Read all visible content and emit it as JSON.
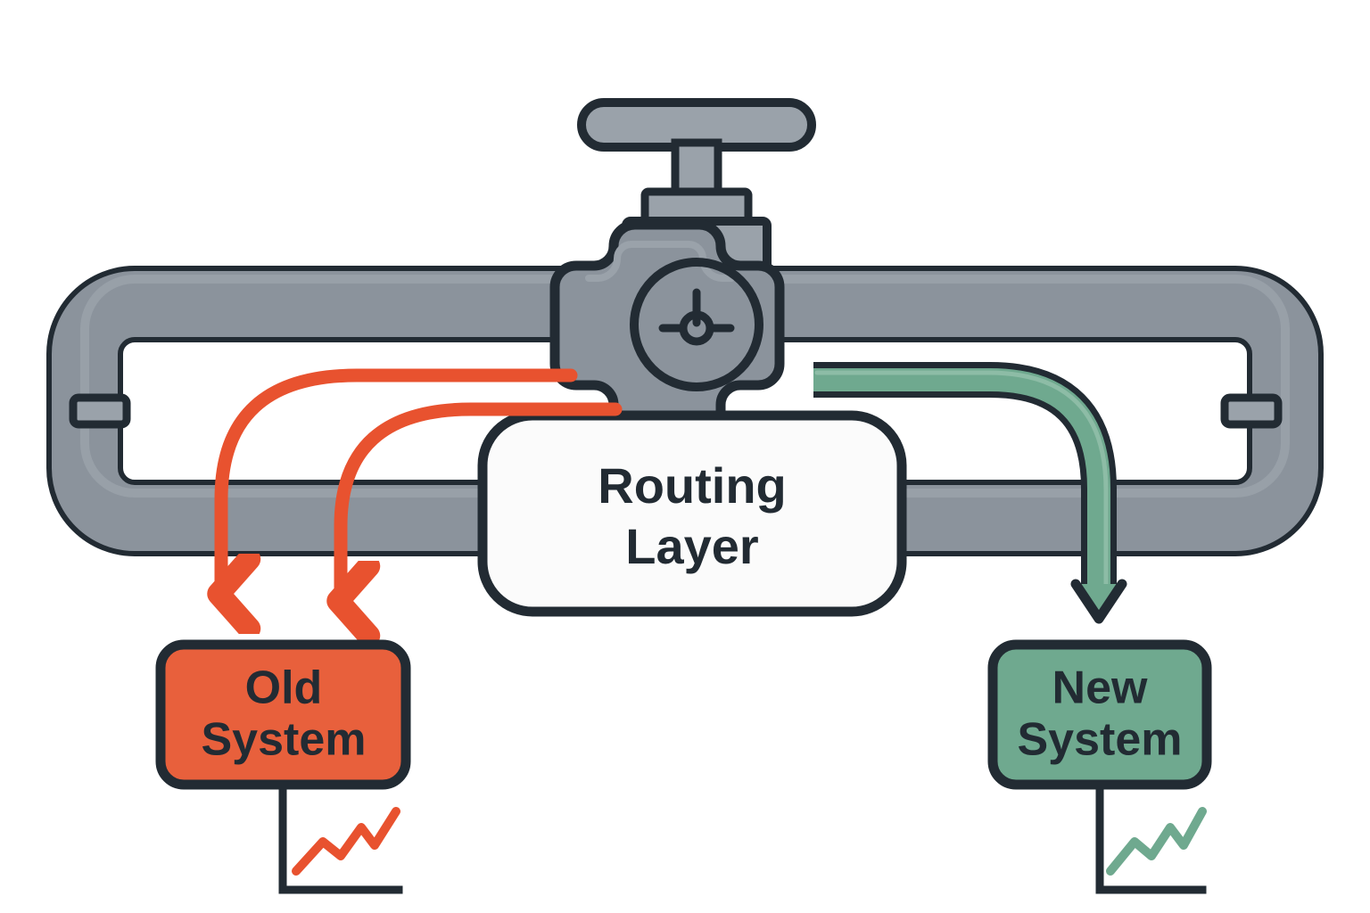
{
  "diagram": {
    "title": "Traffic routing valve diagram",
    "background_color": "#ffffff",
    "outline_color": "#222b33",
    "pipe_fill": "#8b939c",
    "pipe_highlight": "#9aa2aa"
  },
  "valve": {
    "name": "control-valve",
    "handle_label": "",
    "gauge_icon": "valve-position-indicator-icon"
  },
  "routing_layer": {
    "line1": "Routing",
    "line2": "Layer",
    "fill": "#fbfbfb",
    "stroke": "#222b33"
  },
  "old_system": {
    "line1": "Old",
    "line2": "System",
    "fill": "#e8603c",
    "stroke": "#222b33",
    "text_color": "#222b33",
    "sparkline_color": "#e8522f"
  },
  "new_system": {
    "line1": "New",
    "line2": "System",
    "fill": "#6fa98f",
    "stroke": "#222b33",
    "text_color": "#222b33",
    "sparkline_color": "#6fa98f"
  },
  "flows": {
    "old_flow_color": "#e8522f",
    "new_flow_color": "#6fa98f",
    "old_flow_count": 2,
    "new_flow_count": 1
  },
  "chart_data": {
    "type": "line",
    "title": "System traffic sparklines",
    "xlabel": "",
    "ylabel": "",
    "series": [
      {
        "name": "Old System",
        "color": "#e8522f",
        "values": [
          0,
          1.2,
          0.75,
          1.6,
          1.1,
          2.4
        ]
      },
      {
        "name": "New System",
        "color": "#6fa98f",
        "values": [
          0,
          1.2,
          0.75,
          1.6,
          1.1,
          2.4
        ]
      }
    ],
    "legend": "none",
    "grid": false
  }
}
